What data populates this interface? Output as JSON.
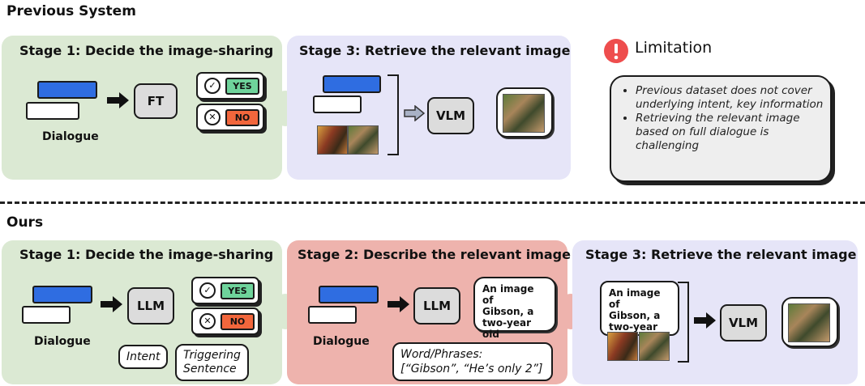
{
  "previous": {
    "title": "Previous System",
    "stage1": {
      "title": "Stage 1: Decide the image-sharing",
      "model": "FT",
      "dialogue": "Dialogue",
      "yes": "YES",
      "no": "NO"
    },
    "stage3": {
      "title": "Stage 3: Retrieve the relevant image",
      "model": "VLM"
    },
    "limitation": {
      "title": "Limitation",
      "items": [
        "Previous dataset does not cover underlying intent, key information",
        "Retrieving the relevant image based on full dialogue is challenging"
      ]
    }
  },
  "ours": {
    "title": "Ours",
    "stage1": {
      "title": "Stage 1: Decide the image-sharing",
      "model": "LLM",
      "dialogue": "Dialogue",
      "yes": "YES",
      "no": "NO",
      "intent": "Intent",
      "triggering_line1": "Triggering",
      "triggering_line2": "Sentence"
    },
    "stage2": {
      "title": "Stage 2: Describe the relevant image",
      "model": "LLM",
      "dialogue": "Dialogue",
      "description_line1": "An image of",
      "description_line2": "Gibson, a",
      "description_line3": "two-year old",
      "phrases_label": "Word/Phrases:",
      "phrases_value": "[“Gibson”, “He’s only 2”]"
    },
    "stage3": {
      "title": "Stage 3: Retrieve the relevant image",
      "model": "VLM",
      "description_line1": "An image of",
      "description_line2": "Gibson, a",
      "description_line3": "two-year old"
    }
  },
  "colors": {
    "green": "#dbe9d3",
    "lavender": "#e6e5f8",
    "pink": "#eeb3ad",
    "blue": "#2f6de1",
    "yes": "#6ed39b",
    "no": "#f2663c",
    "alert": "#ee4d4d"
  }
}
